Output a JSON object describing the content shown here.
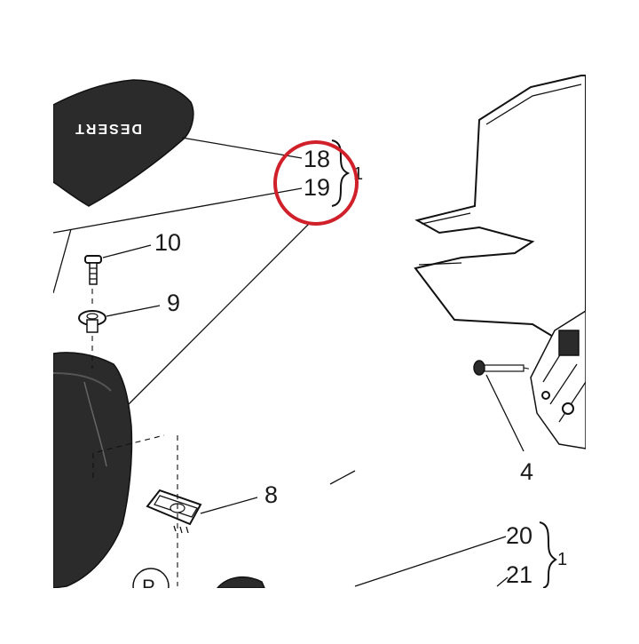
{
  "diagram": {
    "callouts": {
      "c18": "18",
      "c19": "19",
      "c10": "10",
      "c9": "9",
      "c8": "8",
      "c4": "4",
      "c20": "20",
      "c21": "21",
      "brace_top": "1",
      "brace_bottom": "1",
      "circle_letter": "P"
    },
    "decal_text": "DESERT",
    "highlight_color": "#d0202a"
  }
}
